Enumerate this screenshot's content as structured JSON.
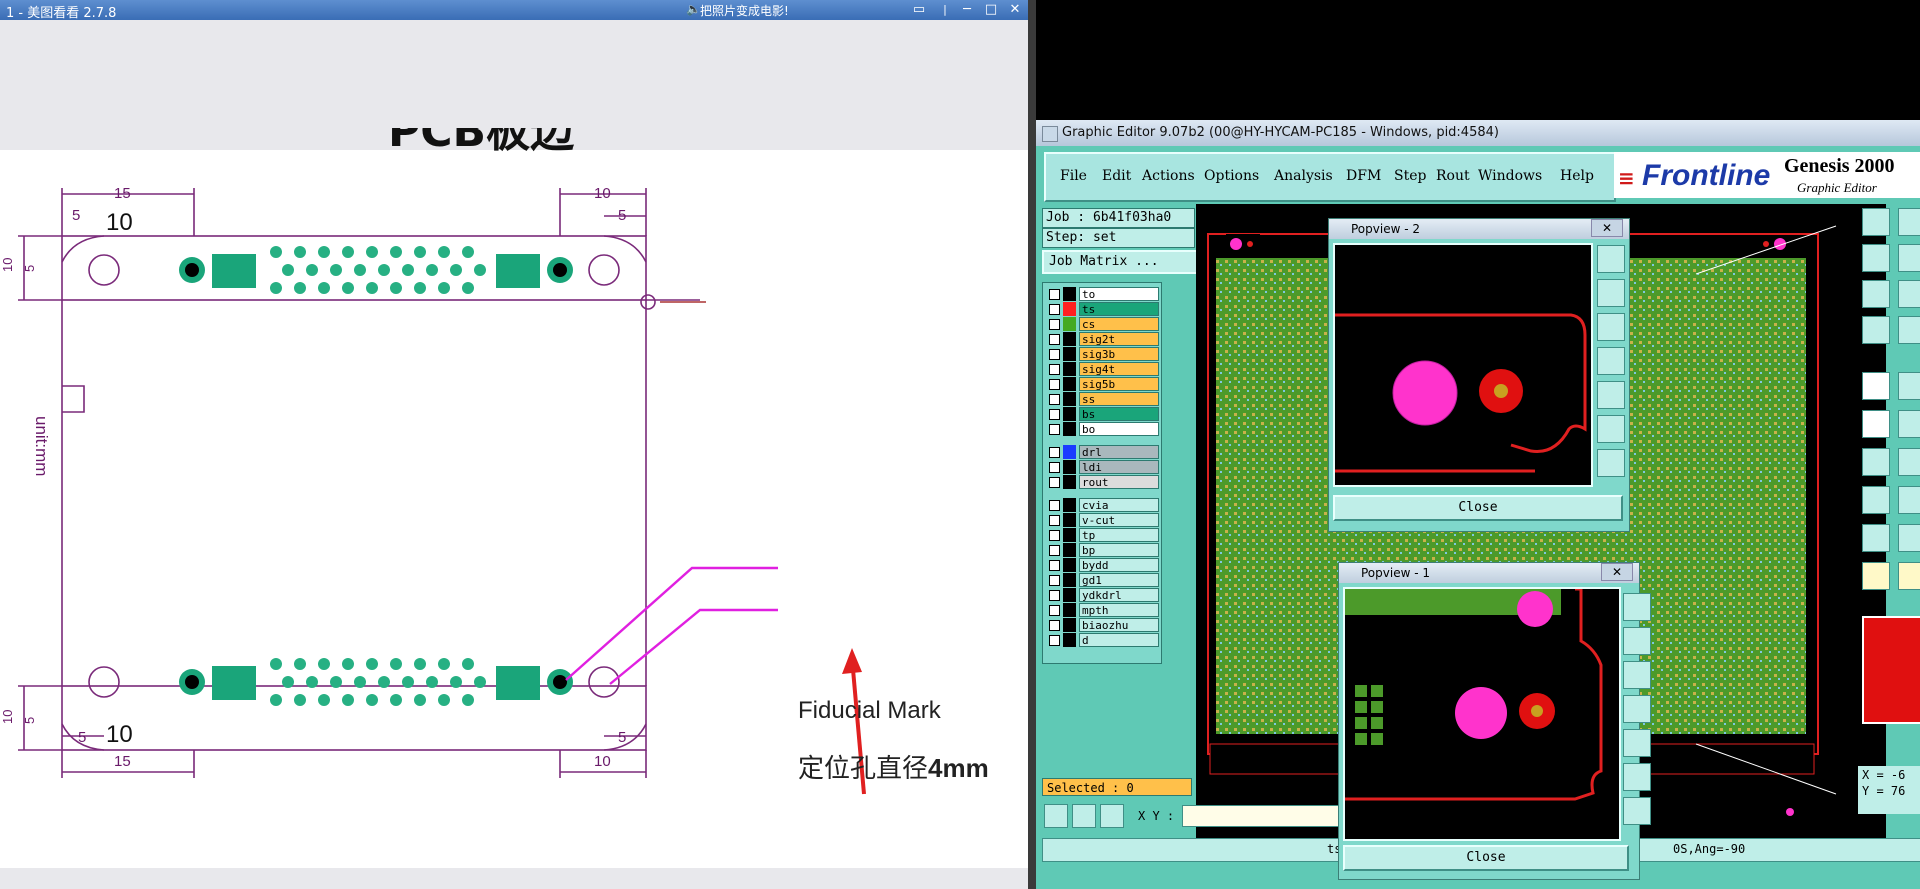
{
  "viewer": {
    "title": "1 - 美图看看 2.7.8",
    "caption": "把照片变成电影!",
    "document": {
      "heading": "PCB板边",
      "dims": {
        "d15": "15",
        "d10": "10",
        "d5": "5",
        "d10b": "10"
      },
      "unit_label": "unit:mm",
      "fiducial_label": "Fiducial  Mark",
      "hole_label_cn": "定位孔直径",
      "hole_label_size": "4mm"
    }
  },
  "genesis": {
    "title": "Graphic Editor 9.07b2 (00@HY-HYCAM-PC185 - Windows, pid:4584)",
    "menu": [
      "File",
      "Edit",
      "Actions",
      "Options",
      "Analysis",
      "DFM",
      "Step",
      "Rout",
      "Windows",
      "Help"
    ],
    "logo": {
      "brand": "Frontline",
      "product": "Genesis 2000",
      "sub": "Graphic Editor"
    },
    "job": "Job : 6b41f03ha0",
    "step": "Step: set",
    "job_matrix": "Job Matrix ...",
    "layers_group1": [
      {
        "name": "to",
        "color": "#ffffff",
        "swatch": "#000000"
      },
      {
        "name": "ts",
        "color": "#1aa57a",
        "swatch": "#ff2020"
      },
      {
        "name": "cs",
        "color": "#ffc04a",
        "swatch": "#44aa22"
      },
      {
        "name": "sig2t",
        "color": "#ffc04a",
        "swatch": "#000000"
      },
      {
        "name": "sig3b",
        "color": "#ffc04a",
        "swatch": "#000000"
      },
      {
        "name": "sig4t",
        "color": "#ffc04a",
        "swatch": "#000000"
      },
      {
        "name": "sig5b",
        "color": "#ffc04a",
        "swatch": "#000000"
      },
      {
        "name": "ss",
        "color": "#ffc04a",
        "swatch": "#000000"
      },
      {
        "name": "bs",
        "color": "#1aa57a",
        "swatch": "#000000"
      },
      {
        "name": "bo",
        "color": "#ffffff",
        "swatch": "#000000"
      }
    ],
    "layers_group2": [
      {
        "name": "drl",
        "color": "#a9b8bd",
        "swatch": "#1a3cff"
      },
      {
        "name": "ldi",
        "color": "#a9b8bd",
        "swatch": "#000000"
      },
      {
        "name": "rout",
        "color": "#dcdcdc",
        "swatch": "#000000"
      }
    ],
    "layers_group3": [
      {
        "name": "cvia",
        "color": "#bfeee8",
        "swatch": "#000000"
      },
      {
        "name": "v-cut",
        "color": "#bfeee8",
        "swatch": "#000000"
      },
      {
        "name": "tp",
        "color": "#bfeee8",
        "swatch": "#000000"
      },
      {
        "name": "bp",
        "color": "#bfeee8",
        "swatch": "#000000"
      },
      {
        "name": "bydd",
        "color": "#bfeee8",
        "swatch": "#000000"
      },
      {
        "name": "gd1",
        "color": "#bfeee8",
        "swatch": "#000000"
      },
      {
        "name": "ydkdrl",
        "color": "#bfeee8",
        "swatch": "#000000"
      },
      {
        "name": "mpth",
        "color": "#bfeee8",
        "swatch": "#000000"
      },
      {
        "name": "biaozhu",
        "color": "#bfeee8",
        "swatch": "#000000"
      },
      {
        "name": "d",
        "color": "#bfeee8",
        "swatch": "#000000"
      }
    ],
    "selected": "Selected : 0",
    "xy_label": "X Y :",
    "coord_x": "X = -6",
    "coord_y": "Y = 76",
    "status_left": "ts",
    "status_right": "0S,Ang=-90",
    "popview2": {
      "title": "Popview - 2",
      "close": "Close"
    },
    "popview1": {
      "title": "Popview - 1",
      "close": "Close"
    }
  }
}
